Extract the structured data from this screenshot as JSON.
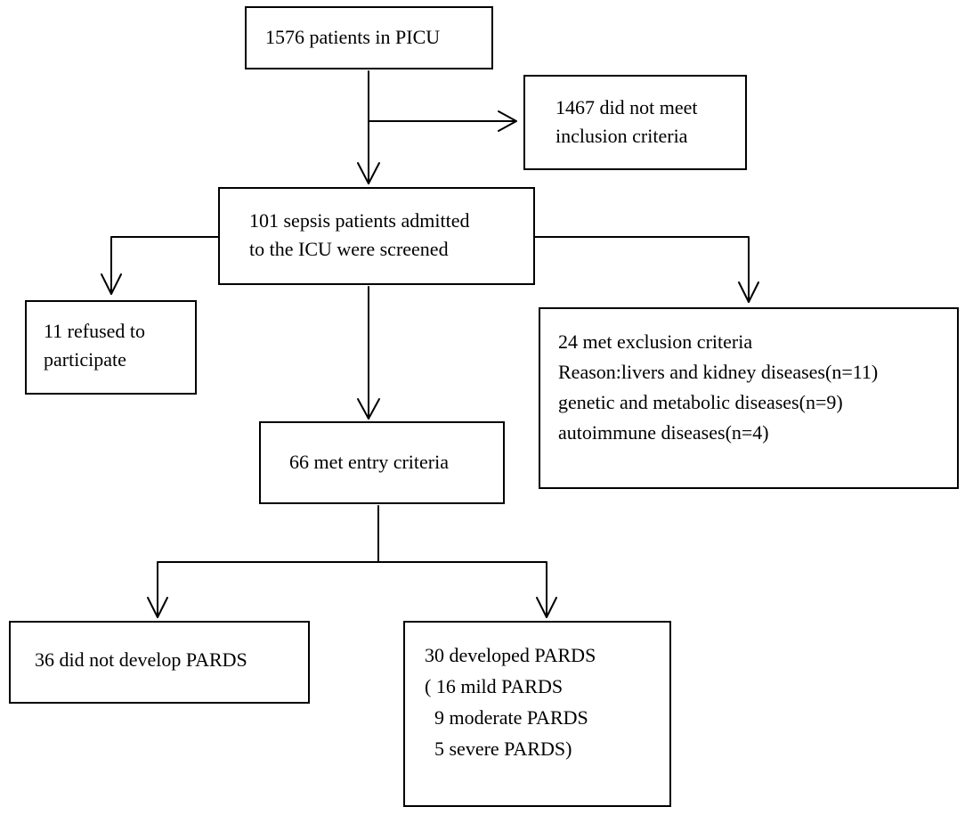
{
  "nodes": {
    "picu": {
      "lines": [
        "1576 patients in PICU"
      ]
    },
    "not_meet": {
      "lines": [
        "1467 did not meet",
        "inclusion criteria"
      ]
    },
    "screened": {
      "lines": [
        "101 sepsis patients admitted",
        "to the ICU were screened"
      ]
    },
    "refused": {
      "lines": [
        "11 refused to",
        "participate"
      ]
    },
    "exclusion": {
      "lines": [
        "24 met exclusion criteria",
        "Reason:livers and kidney diseases(n=11)",
        "genetic and metabolic diseases(n=9)",
        "autoimmune diseases(n=4)"
      ]
    },
    "entry": {
      "lines": [
        "66 met entry criteria"
      ]
    },
    "no_pards": {
      "lines": [
        "36 did not develop PARDS"
      ]
    },
    "pards": {
      "lines": [
        "30 developed PARDS",
        "( 16 mild PARDS",
        "  9 moderate PARDS",
        "  5 severe PARDS)"
      ]
    }
  },
  "edges": [
    {
      "from": "picu",
      "to": "not_meet"
    },
    {
      "from": "picu",
      "to": "screened"
    },
    {
      "from": "screened",
      "to": "refused"
    },
    {
      "from": "screened",
      "to": "exclusion"
    },
    {
      "from": "screened",
      "to": "entry"
    },
    {
      "from": "entry",
      "to": "no_pards"
    },
    {
      "from": "entry",
      "to": "pards"
    }
  ],
  "colors": {
    "stroke": "#000000",
    "background": "#ffffff"
  }
}
